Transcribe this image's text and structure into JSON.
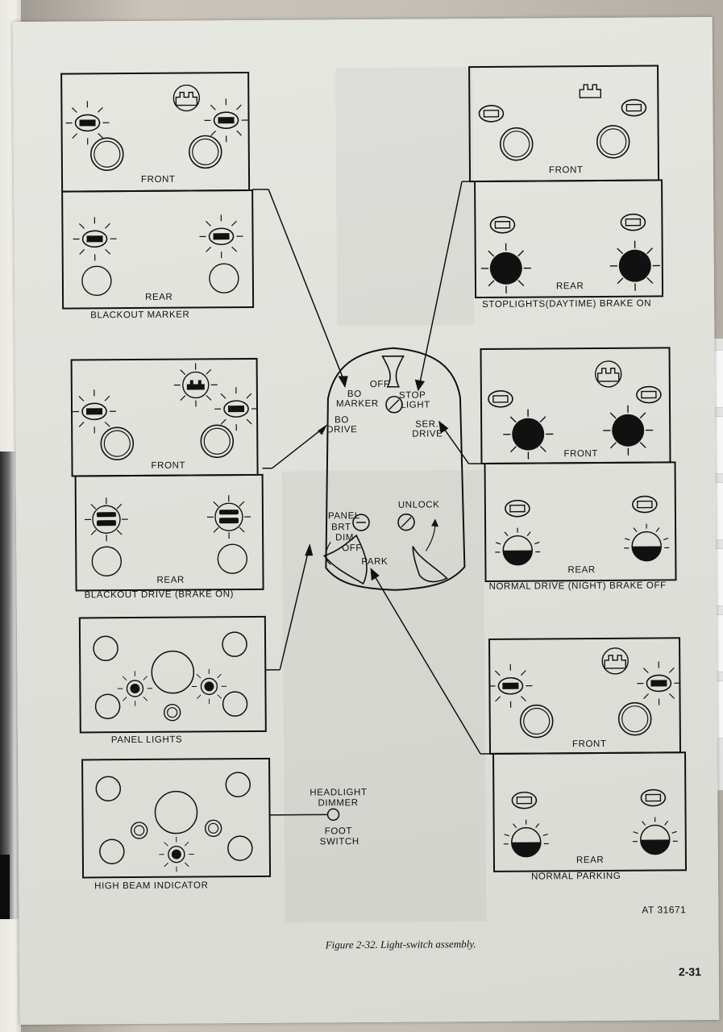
{
  "figure": {
    "caption": "Figure 2-32. Light-switch assembly.",
    "reference": "AT 31671",
    "page_number": "2-31"
  },
  "panels": {
    "blackout_marker": {
      "title": "BLACKOUT MARKER",
      "front": "FRONT",
      "rear": "REAR"
    },
    "blackout_drive": {
      "title": "BLACKOUT DRIVE (BRAKE ON)",
      "front": "FRONT",
      "rear": "REAR"
    },
    "panel_lights": {
      "title": "PANEL LIGHTS"
    },
    "high_beam": {
      "title": "HIGH BEAM INDICATOR"
    },
    "stoplights": {
      "title": "STOPLIGHTS(DAYTIME) BRAKE ON",
      "front": "FRONT",
      "rear": "REAR"
    },
    "normal_drive": {
      "title": "NORMAL DRIVE (NIGHT) BRAKE OFF",
      "front": "FRONT",
      "rear": "REAR"
    },
    "normal_parking": {
      "title": "NORMAL PARKING",
      "front": "FRONT",
      "rear": "REAR"
    }
  },
  "switch": {
    "off": "OFF",
    "bo_marker": [
      "BO",
      "MARKER"
    ],
    "stop_light": [
      "STOP",
      "LIGHT"
    ],
    "bo_drive": [
      "BO",
      "DRIVE"
    ],
    "ser_drive": [
      "SER.",
      "DRIVE"
    ],
    "panel": "PANEL",
    "brt": "BRT",
    "dim": "DIM",
    "off_lower": "OFF",
    "unlock": "UNLOCK",
    "park": "PARK"
  },
  "dimmer": {
    "lines": [
      "HEADLIGHT",
      "DIMMER",
      "FOOT",
      "SWITCH"
    ]
  }
}
